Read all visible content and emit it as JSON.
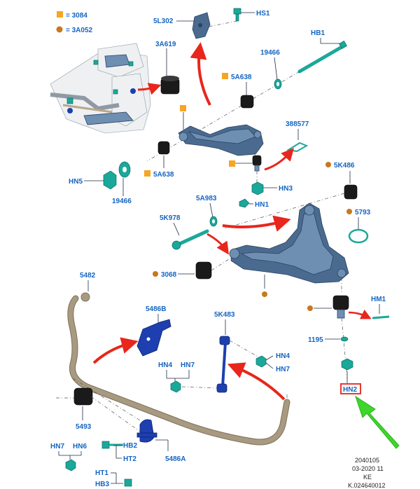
{
  "legend": [
    {
      "marker": "square",
      "color": "#f5a623",
      "text": "= 3084"
    },
    {
      "marker": "circle",
      "color": "#c8781e",
      "text": "= 3A052"
    }
  ],
  "labels": {
    "l_5L302": "5L302",
    "l_HS1": "HS1",
    "l_HB1": "HB1",
    "l_3A619": "3A619",
    "l_19466a": "19466",
    "l_5A638a": "5A638",
    "l_388577": "388577",
    "l_HN5": "HN5",
    "l_19466b": "19466",
    "l_5A638b": "5A638",
    "l_HN3": "HN3",
    "l_5K486": "5K486",
    "l_5A983": "5A983",
    "l_HN1": "HN1",
    "l_5K978": "5K978",
    "l_5793": "5793",
    "l_3068": "3068",
    "l_5482": "5482",
    "l_5486B": "5486B",
    "l_5K483": "5K483",
    "l_HM1": "HM1",
    "l_1195": "1195",
    "l_HN4a": "HN4",
    "l_HN7a": "HN7",
    "l_HN4b": "HN4",
    "l_HN7b": "HN7",
    "l_HN2": "HN2",
    "l_5493": "5493",
    "l_HN7c": "HN7",
    "l_HN6": "HN6",
    "l_HB2": "HB2",
    "l_HT2": "HT2",
    "l_5486A": "5486A",
    "l_HT1": "HT1",
    "l_HB3": "HB3"
  },
  "meta": {
    "code": "2040105",
    "date": "03-2020 11",
    "region": "KE",
    "ref": "K.024640012"
  },
  "colors": {
    "label": "#1565c0",
    "highlight_box": "#e53935",
    "red_arrow": "#e8261c",
    "green_arrow": "#3dd62a"
  }
}
